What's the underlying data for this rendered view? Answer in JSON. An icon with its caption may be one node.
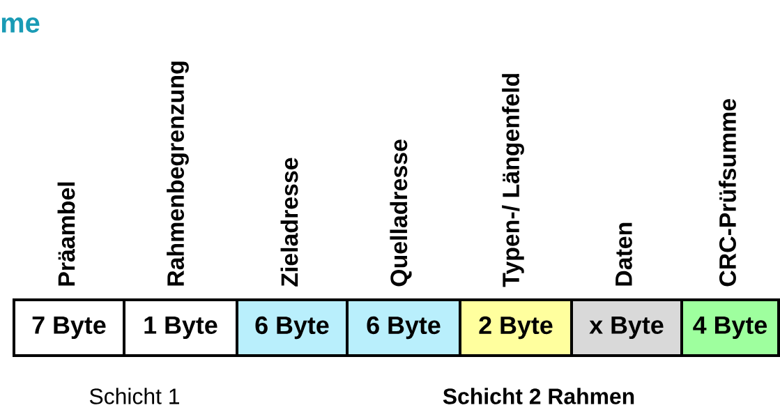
{
  "diagram": {
    "title": "me",
    "nodes": [
      {
        "text": [
          "Präambel",
          "7 Byte"
        ]
      },
      {
        "text": [
          "Rahmenbegrenzung",
          "1 Byte"
        ]
      },
      {
        "text": [
          "Zieladresse",
          "6 Byte"
        ]
      },
      {
        "text": [
          "Quelladresse",
          "6 Byte"
        ]
      },
      {
        "text": [
          "Typen-/ Längenfeld",
          "2 Byte"
        ]
      },
      {
        "text": [
          "Daten",
          "x Byte"
        ]
      },
      {
        "text": [
          "CRC-Prüfsumme",
          "4 Byte"
        ]
      }
    ],
    "labels": [
      "Schicht 1",
      "Schicht 2 Rahmen"
    ]
  }
}
